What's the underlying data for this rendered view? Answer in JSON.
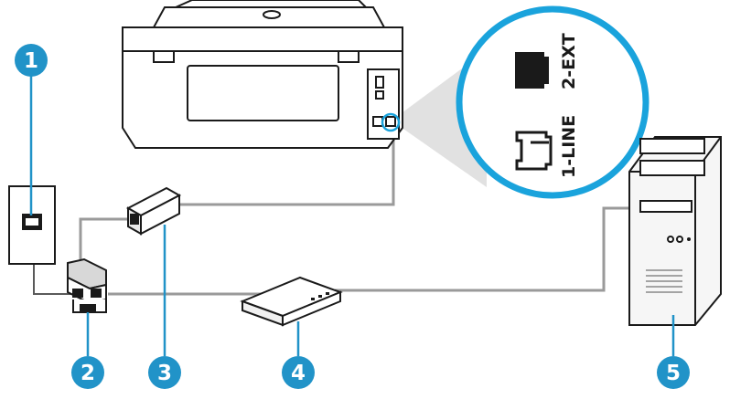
{
  "callouts": [
    "1",
    "2",
    "3",
    "4",
    "5"
  ],
  "ports": {
    "line": "1-LINE",
    "ext": "2-EXT"
  },
  "colors": {
    "callout": "#2193c8",
    "zoom_ring": "#1aa3dc",
    "outline": "#1a1a1a",
    "cable": "#9a9a9a",
    "device_shadow": "#d0d0d0"
  },
  "icons": {
    "printer": "printer-rear-icon",
    "wall_jack": "wall-jack-icon",
    "splitter": "parallel-splitter-icon",
    "filter": "dsl-filter-icon",
    "modem": "dsl-modem-icon",
    "computer": "computer-tower-icon"
  }
}
